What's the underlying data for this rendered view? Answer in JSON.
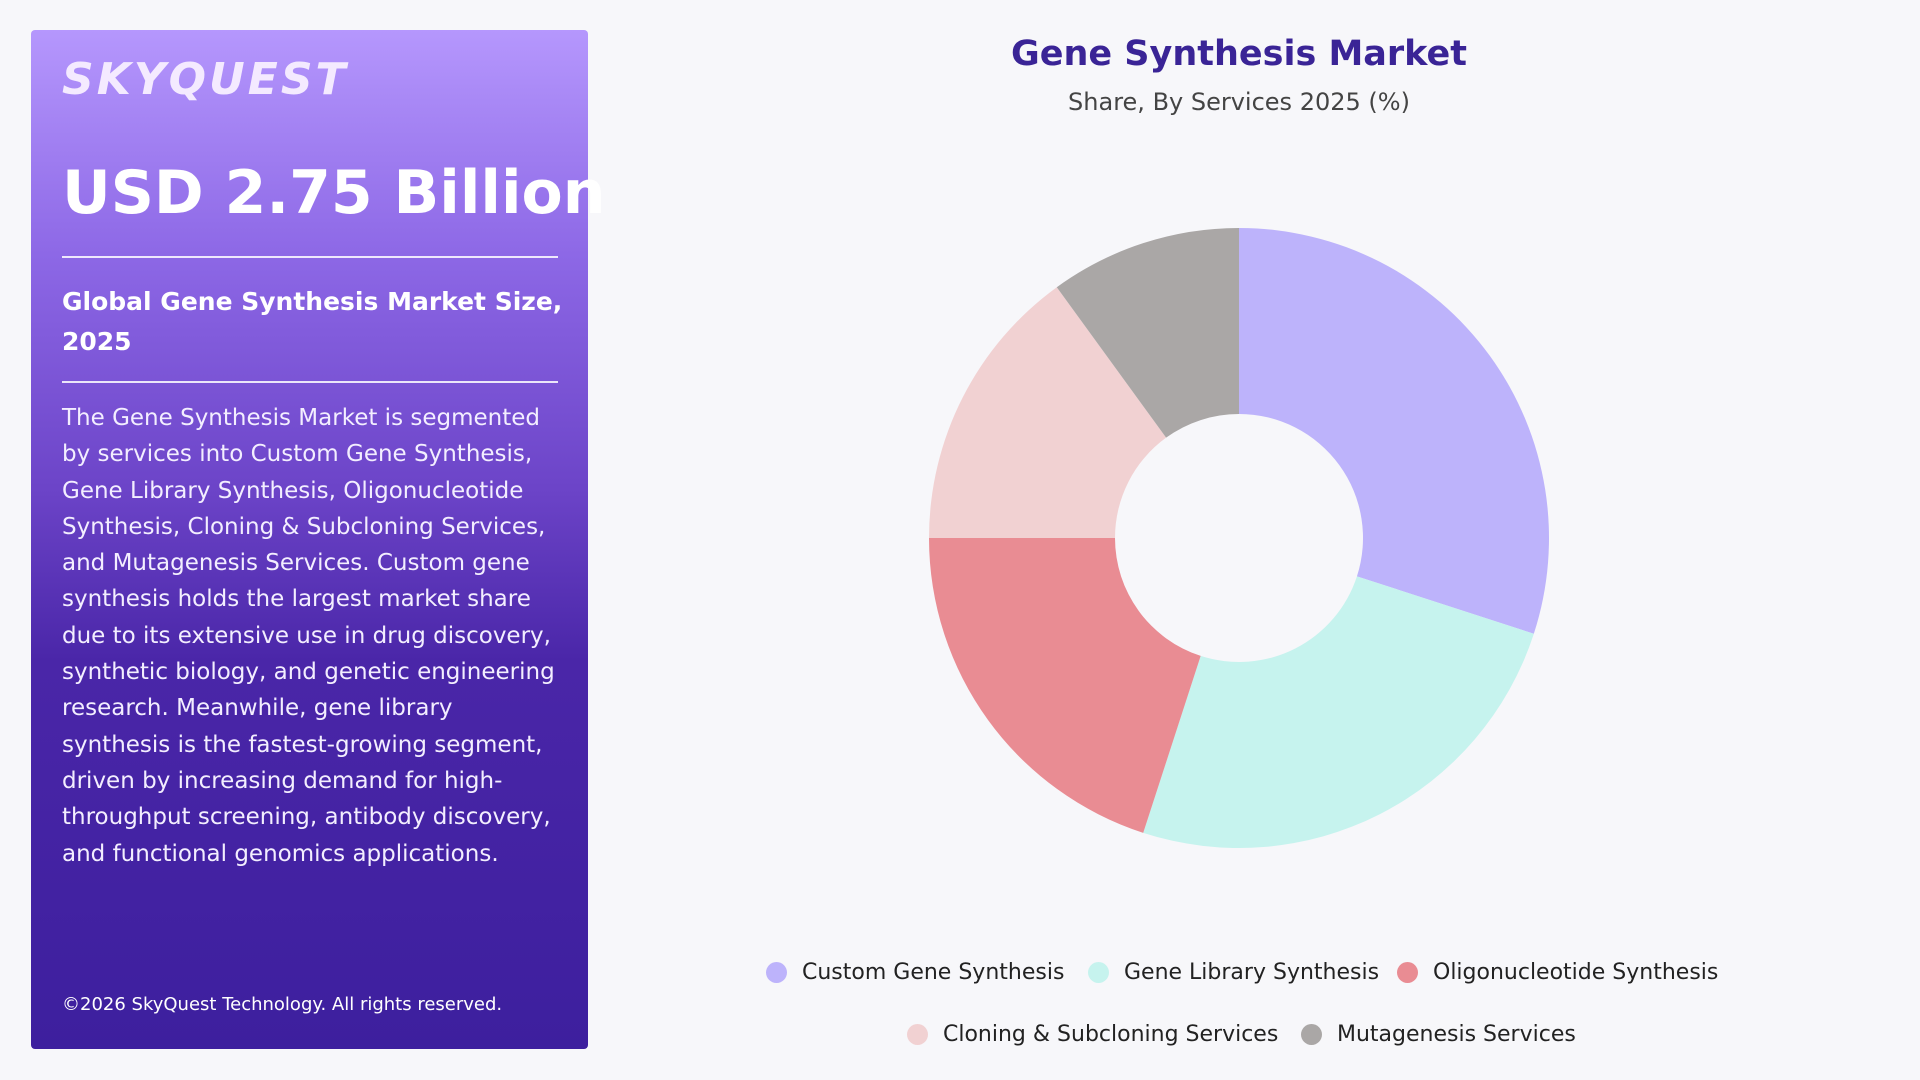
{
  "brand": {
    "logo_text": "SKYQUEST"
  },
  "panel": {
    "market_value": "USD 2.75 Billion",
    "size_label": "Global Gene Synthesis Market Size, 2025",
    "description": "The Gene Synthesis Market is segmented by services into Custom Gene Synthesis, Gene Library Synthesis, Oligonucleotide Synthesis, Cloning & Subcloning Services, and Mutagenesis Services. Custom gene synthesis holds the largest market share due to its extensive use in drug discovery, synthetic biology, and genetic engineering research. Meanwhile, gene library synthesis is the fastest-growing segment, driven by increasing demand for high-throughput screening, antibody discovery, and functional genomics applications.",
    "copyright": "©2026 SkyQuest Technology. All rights reserved."
  },
  "chart_data": {
    "type": "pie",
    "variant": "donut",
    "title": "Gene Synthesis Market",
    "subtitle": "Share, By Services 2025 (%)",
    "categories": [
      "Custom Gene Synthesis",
      "Gene Library Synthesis",
      "Oligonucleotide Synthesis",
      "Cloning & Subcloning Services",
      "Mutagenesis Services"
    ],
    "values": [
      30,
      25,
      20,
      15,
      10
    ],
    "colors": [
      "#bdb3fb",
      "#c6f3ee",
      "#e98c93",
      "#f1d1d2",
      "#aaa7a6"
    ],
    "legend": "bottom"
  }
}
